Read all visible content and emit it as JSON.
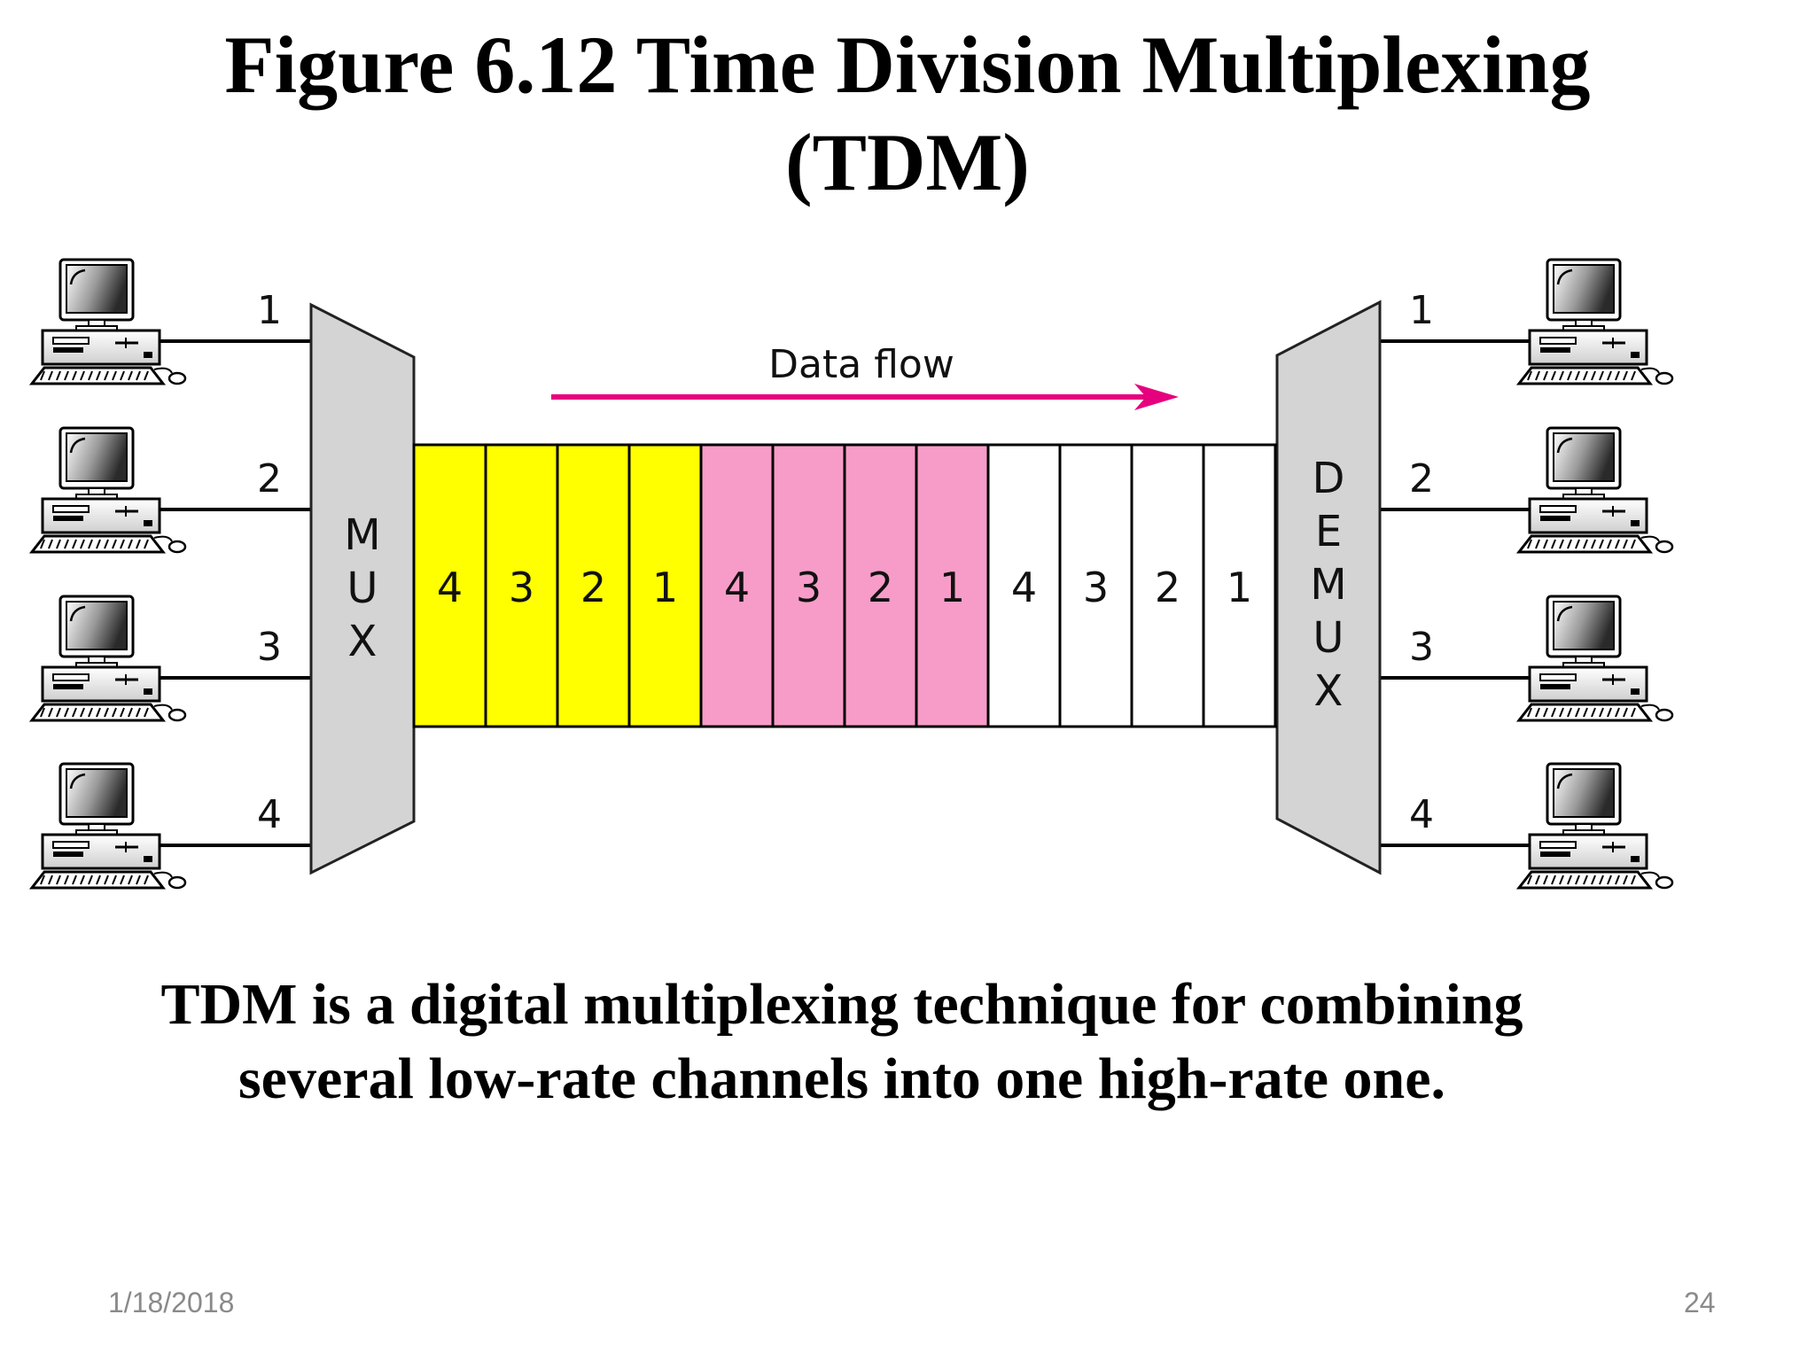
{
  "title": {
    "line1": "Figure 6.12  Time Division Multiplexing",
    "line2": "(TDM)"
  },
  "diagram": {
    "mux_label": [
      "M",
      "U",
      "X"
    ],
    "demux_label": [
      "D",
      "E",
      "M",
      "U",
      "X"
    ],
    "channel_labels": [
      "1",
      "2",
      "3",
      "4"
    ],
    "flow_label": "Data flow",
    "flow_color": "#e6007e",
    "frames": [
      {
        "color": "#ffff00",
        "slots": [
          "4",
          "3",
          "2",
          "1"
        ]
      },
      {
        "color": "#f79cc8",
        "slots": [
          "4",
          "3",
          "2",
          "1"
        ]
      },
      {
        "color": "#ffffff",
        "slots": [
          "4",
          "3",
          "2",
          "1"
        ]
      }
    ],
    "device_color": "#d4d4d4",
    "icons": [
      "computer-icon"
    ]
  },
  "caption": {
    "line1": "TDM is a digital multiplexing technique for combining",
    "line2": "several low-rate channels into one high-rate one."
  },
  "footer": {
    "date": "1/18/2018",
    "page": "24"
  }
}
